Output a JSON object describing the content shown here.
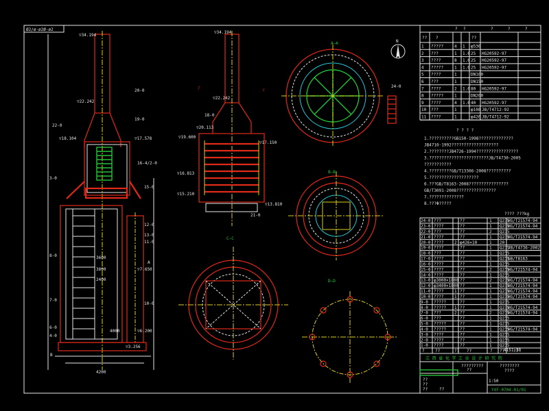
{
  "drawing": {
    "sheet_code": "Ø2/ø·ø2Ø-ø2",
    "main_view": {
      "elev_top": "▽34.194",
      "elev_2": "▽22.242",
      "elev_3": "▽18.104",
      "elev_4": "▽17.578",
      "elev_5": "▽7.650",
      "elev_6": "▽6.200",
      "elev_7": "▽3.256",
      "dim_a": "3600",
      "dim_b": "4000",
      "dim_c": "3800",
      "dim_d": "2400",
      "dim_bottom": "4200",
      "callouts": [
        "20-0",
        "19-0",
        "22-0",
        "16-4/2-0",
        "15-0",
        "12-0",
        "13-0",
        "11-0",
        "10-0",
        "8-0",
        "7-0",
        "6-0",
        "4-0",
        "3-0"
      ],
      "section_A": "A",
      "section_B": "B"
    },
    "side_view": {
      "elev_top": "▽34.194",
      "elev_2": "▽22.242",
      "elev_3": "▽20.113",
      "elev_4": "▽19.600",
      "elev_5": "▽17.150",
      "elev_6": "▽16.813",
      "elev_7": "▽15.210",
      "elev_8": "▽13.810",
      "label_top": "18-0",
      "label_bottom": "21-0",
      "section_marks": [
        "「",
        "」"
      ]
    },
    "plan_top": {
      "title": "A—A",
      "label": "24-0"
    },
    "plan_mid": {
      "title": "B—B"
    },
    "plan_low": {
      "title": "C—C"
    },
    "plan_bolt": {
      "title": "D—D"
    },
    "north_symbol": "N",
    "parts_header": [
      "??",
      "?",
      "?",
      "?",
      "??",
      "?",
      "?",
      "?"
    ],
    "parts_rows": [
      [
        "1",
        "?????",
        "4",
        "1",
        "φ530",
        "",
        ""
      ],
      [
        "2",
        "???",
        "1",
        "1.6",
        "25",
        "HG20592-97",
        ""
      ],
      [
        "3",
        "????",
        "8",
        "1.6",
        "25",
        "HG20592-97",
        ""
      ],
      [
        "4",
        "?????",
        "1",
        "1.6",
        "25",
        "HG20592-97",
        ""
      ],
      [
        "5",
        "????",
        "1",
        "",
        "DN100",
        "",
        ""
      ],
      [
        "6",
        "???",
        "1",
        "",
        "DN150",
        "",
        ""
      ],
      [
        "7",
        "????",
        "2",
        "1.6",
        "80",
        "HG20592-97",
        ""
      ],
      [
        "8",
        "?????",
        "1",
        "",
        "DN200",
        "",
        ""
      ],
      [
        "9",
        "????",
        "4",
        "1.6",
        "40",
        "HG20592-97",
        ""
      ],
      [
        "10",
        "???",
        "1",
        "",
        "φ108",
        "JB/T4712-92",
        ""
      ],
      [
        "11",
        "????",
        "1",
        "",
        "φ426",
        "JB/T4712-92",
        ""
      ]
    ],
    "notes_title": "? ? ? ?",
    "notes": [
      "1.??????????GB150-1998??????????????",
      "  JB4710-1992???????????????????",
      "2.????????JB4726-1994?????????????????",
      "3.????????????????????????JB/T4730-2005",
      "  ???????????",
      "4.?????????GB/T13306-2008??????????",
      "5.????????????????????",
      "6.???GB/T8163-2008????????????????",
      "  GB/T3091-2008????????????????",
      "7.??????????????",
      "8.???Φ?????"
    ],
    "bom_header": [
      "?",
      "??",
      "??",
      "??",
      "?",
      "??",
      "??"
    ],
    "bom_caption": "???? ???kg",
    "bom_rows": [
      [
        "24-0",
        "???",
        "",
        "??",
        "1",
        "Q235",
        "HG/T21574-94"
      ],
      [
        "23-0",
        "????",
        "",
        "??",
        "1",
        "Q235",
        "HG/T21574-94"
      ],
      [
        "22-0",
        "???",
        "",
        "??",
        "2",
        "Q235",
        ""
      ],
      [
        "21-0",
        "????",
        "",
        "??",
        "1",
        "Q235",
        "HG/T21574-94"
      ],
      [
        "20-0",
        "????",
        "2",
        "φ426×10",
        "1",
        "20",
        ""
      ],
      [
        "19-0",
        "????",
        "",
        "??",
        "1",
        "Q235",
        "JB/T4736-2002"
      ],
      [
        "18-0",
        "???",
        "",
        "??",
        "1",
        "Q235",
        ""
      ],
      [
        "17-0",
        "????",
        "",
        "??",
        "1",
        "Q235",
        "GB/T8163"
      ],
      [
        "16-0",
        "????",
        "",
        "??",
        "1",
        "Q235",
        ""
      ],
      [
        "15-0",
        "????",
        "",
        "??",
        "2",
        "Q235",
        "HG/T21574-94"
      ],
      [
        "14-0",
        "????",
        "",
        "??",
        "1",
        "Q235",
        ""
      ],
      [
        "13-0",
        "φ3000×1800",
        "",
        "??",
        "2",
        "Q235",
        "HG/T21574-94"
      ],
      [
        "12-0",
        "φ3400×1800",
        "",
        "??",
        "1",
        "Q235",
        "HG/T21574-94"
      ],
      [
        "11-0",
        "????",
        "1",
        "??",
        "1",
        "Q235",
        "HG/T21574-94"
      ],
      [
        "10-0",
        "????",
        "1",
        "??",
        "1",
        "Q235",
        "HG/T21574-94"
      ],
      [
        "9-0",
        "?????",
        "",
        "??",
        "1",
        "Q235",
        ""
      ],
      [
        "8-0",
        "?????",
        "1",
        "??",
        "1",
        "Q235",
        "HG/T21574-94"
      ],
      [
        "7-0",
        "???",
        "2",
        "??",
        "2",
        "Q235",
        "HG/T21574-94"
      ],
      [
        "6-0",
        "???",
        "",
        "??",
        "1",
        "Q235",
        ""
      ],
      [
        "5-0",
        "?????",
        "",
        "??",
        "1",
        "Q235",
        ""
      ],
      [
        "4-0",
        "?????",
        "",
        "??",
        "1",
        "Q235",
        "HG/T21574-94"
      ],
      [
        "3-0",
        "????",
        "",
        "??",
        "1",
        "Q235",
        ""
      ],
      [
        "2-0",
        "????",
        "",
        "??",
        "1",
        "Q235",
        ""
      ],
      [
        "1-0",
        "????",
        "",
        "??",
        "1",
        "Q235",
        ""
      ]
    ],
    "title_block": {
      "company": "江 西 省 化 学 工 业 设 计 研 究 院",
      "drawing_name": "?????????",
      "drawing_sub": "??",
      "project": "????????",
      "stage": "????",
      "weight": "1:50",
      "scale_code": "YXF-0704-01/01",
      "weight_total": "4151.38",
      "rows": [
        "??",
        "??",
        "??",
        "??"
      ]
    }
  }
}
